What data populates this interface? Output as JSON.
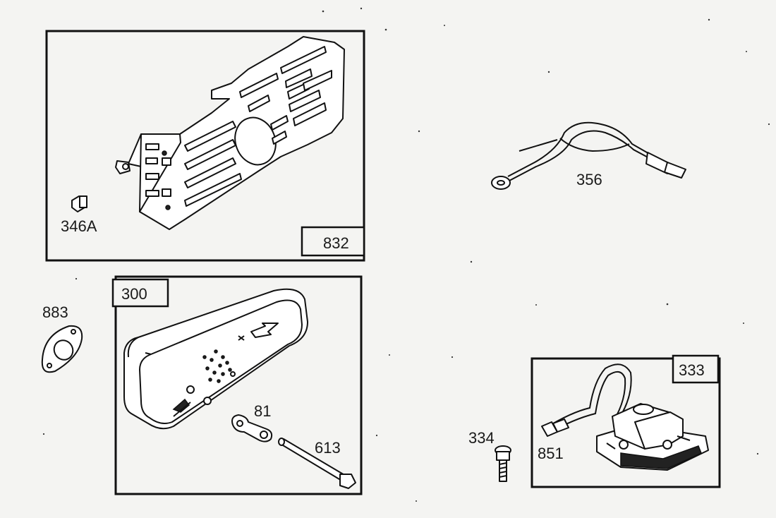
{
  "parts": {
    "muffler_guard": {
      "callout": "832"
    },
    "screw": {
      "callout": "346A"
    },
    "ground_wire": {
      "callout": "356"
    },
    "muffler": {
      "callout": "300"
    },
    "gasket": {
      "callout": "883"
    },
    "lock_plate": {
      "callout": "81"
    },
    "muffler_bolt": {
      "callout": "613"
    },
    "armature": {
      "callout": "333"
    },
    "armature_screw": {
      "callout": "334"
    },
    "ground_lead": {
      "callout": "851"
    }
  }
}
